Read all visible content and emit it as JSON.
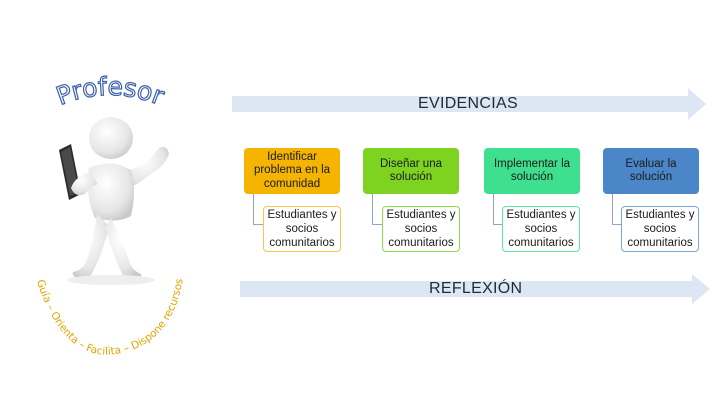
{
  "left": {
    "title": "Profesor",
    "caption": "Guía – Orienta – Facilita – Dispone recursos"
  },
  "diagram": {
    "top_arrow": "EVIDENCIAS",
    "bottom_arrow": "REFLEXIÓN",
    "steps": [
      {
        "label": "Identificar problema en la comunidad",
        "sub": "Estudiantes y socios comunitarios",
        "color": "#f4b400",
        "border": "#f4c84a"
      },
      {
        "label": "Diseñar una solución",
        "sub": "Estudiantes y socios comunitarios",
        "color": "#7ed321",
        "border": "#8fdb4a"
      },
      {
        "label": "Implementar la solución",
        "sub": "Estudiantes y socios comunitarios",
        "color": "#3ee08f",
        "border": "#5ee6a2"
      },
      {
        "label": "Evaluar la solución",
        "sub": "Estudiantes y socios comunitarios",
        "color": "#4a86c8",
        "border": "#7aa6d8"
      }
    ]
  }
}
